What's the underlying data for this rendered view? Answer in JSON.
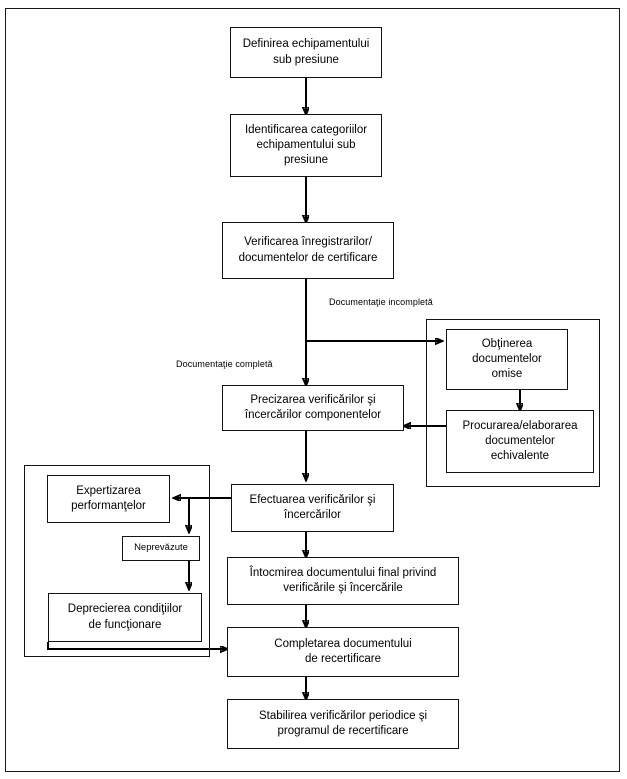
{
  "diagram": {
    "title": "Flowchart - Recertificarea echipamentului sub presiune",
    "outer_frame_label": "diagram-border",
    "colors": {
      "box_border": "#141414",
      "line": "#000000",
      "background": "#ffffff",
      "text": "#000000"
    }
  },
  "nodes": {
    "definirea": "Definirea echipamentului\nsub presiune",
    "identificarea": "Identificarea categoriilor\nechipamentului sub\npresiune",
    "verificarea": "Verificarea înregistrarilor/\ndocumentelor de certificare",
    "obtinerea": "Obţinerea\ndocumentelor\nomise",
    "procurarea": "Procurarea/elaborarea\ndocumentelor\nechivalente",
    "precizarea": "Precizarea verificărilor şi\nîncercărilor componentelor",
    "efectuarea": "Efectuarea verificărilor şi\nîncercărilor",
    "expertizarea": "Expertizarea\nperformanţelor",
    "neprevazute": "Neprevăzute",
    "deprecierea": "Deprecierea condiţiilor\nde funcţionare",
    "intocmirea": "Întocmirea documentului final privind\nverificările şi încercările",
    "completarea": "Completarea documentului\nde recertificare",
    "stabilirea": "Stabilirea verificărilor periodice şi\nprogramul de recertificare"
  },
  "edge_labels": {
    "incompleta": "Documentaţie incompletă",
    "completa": "Documentaţie completă"
  }
}
